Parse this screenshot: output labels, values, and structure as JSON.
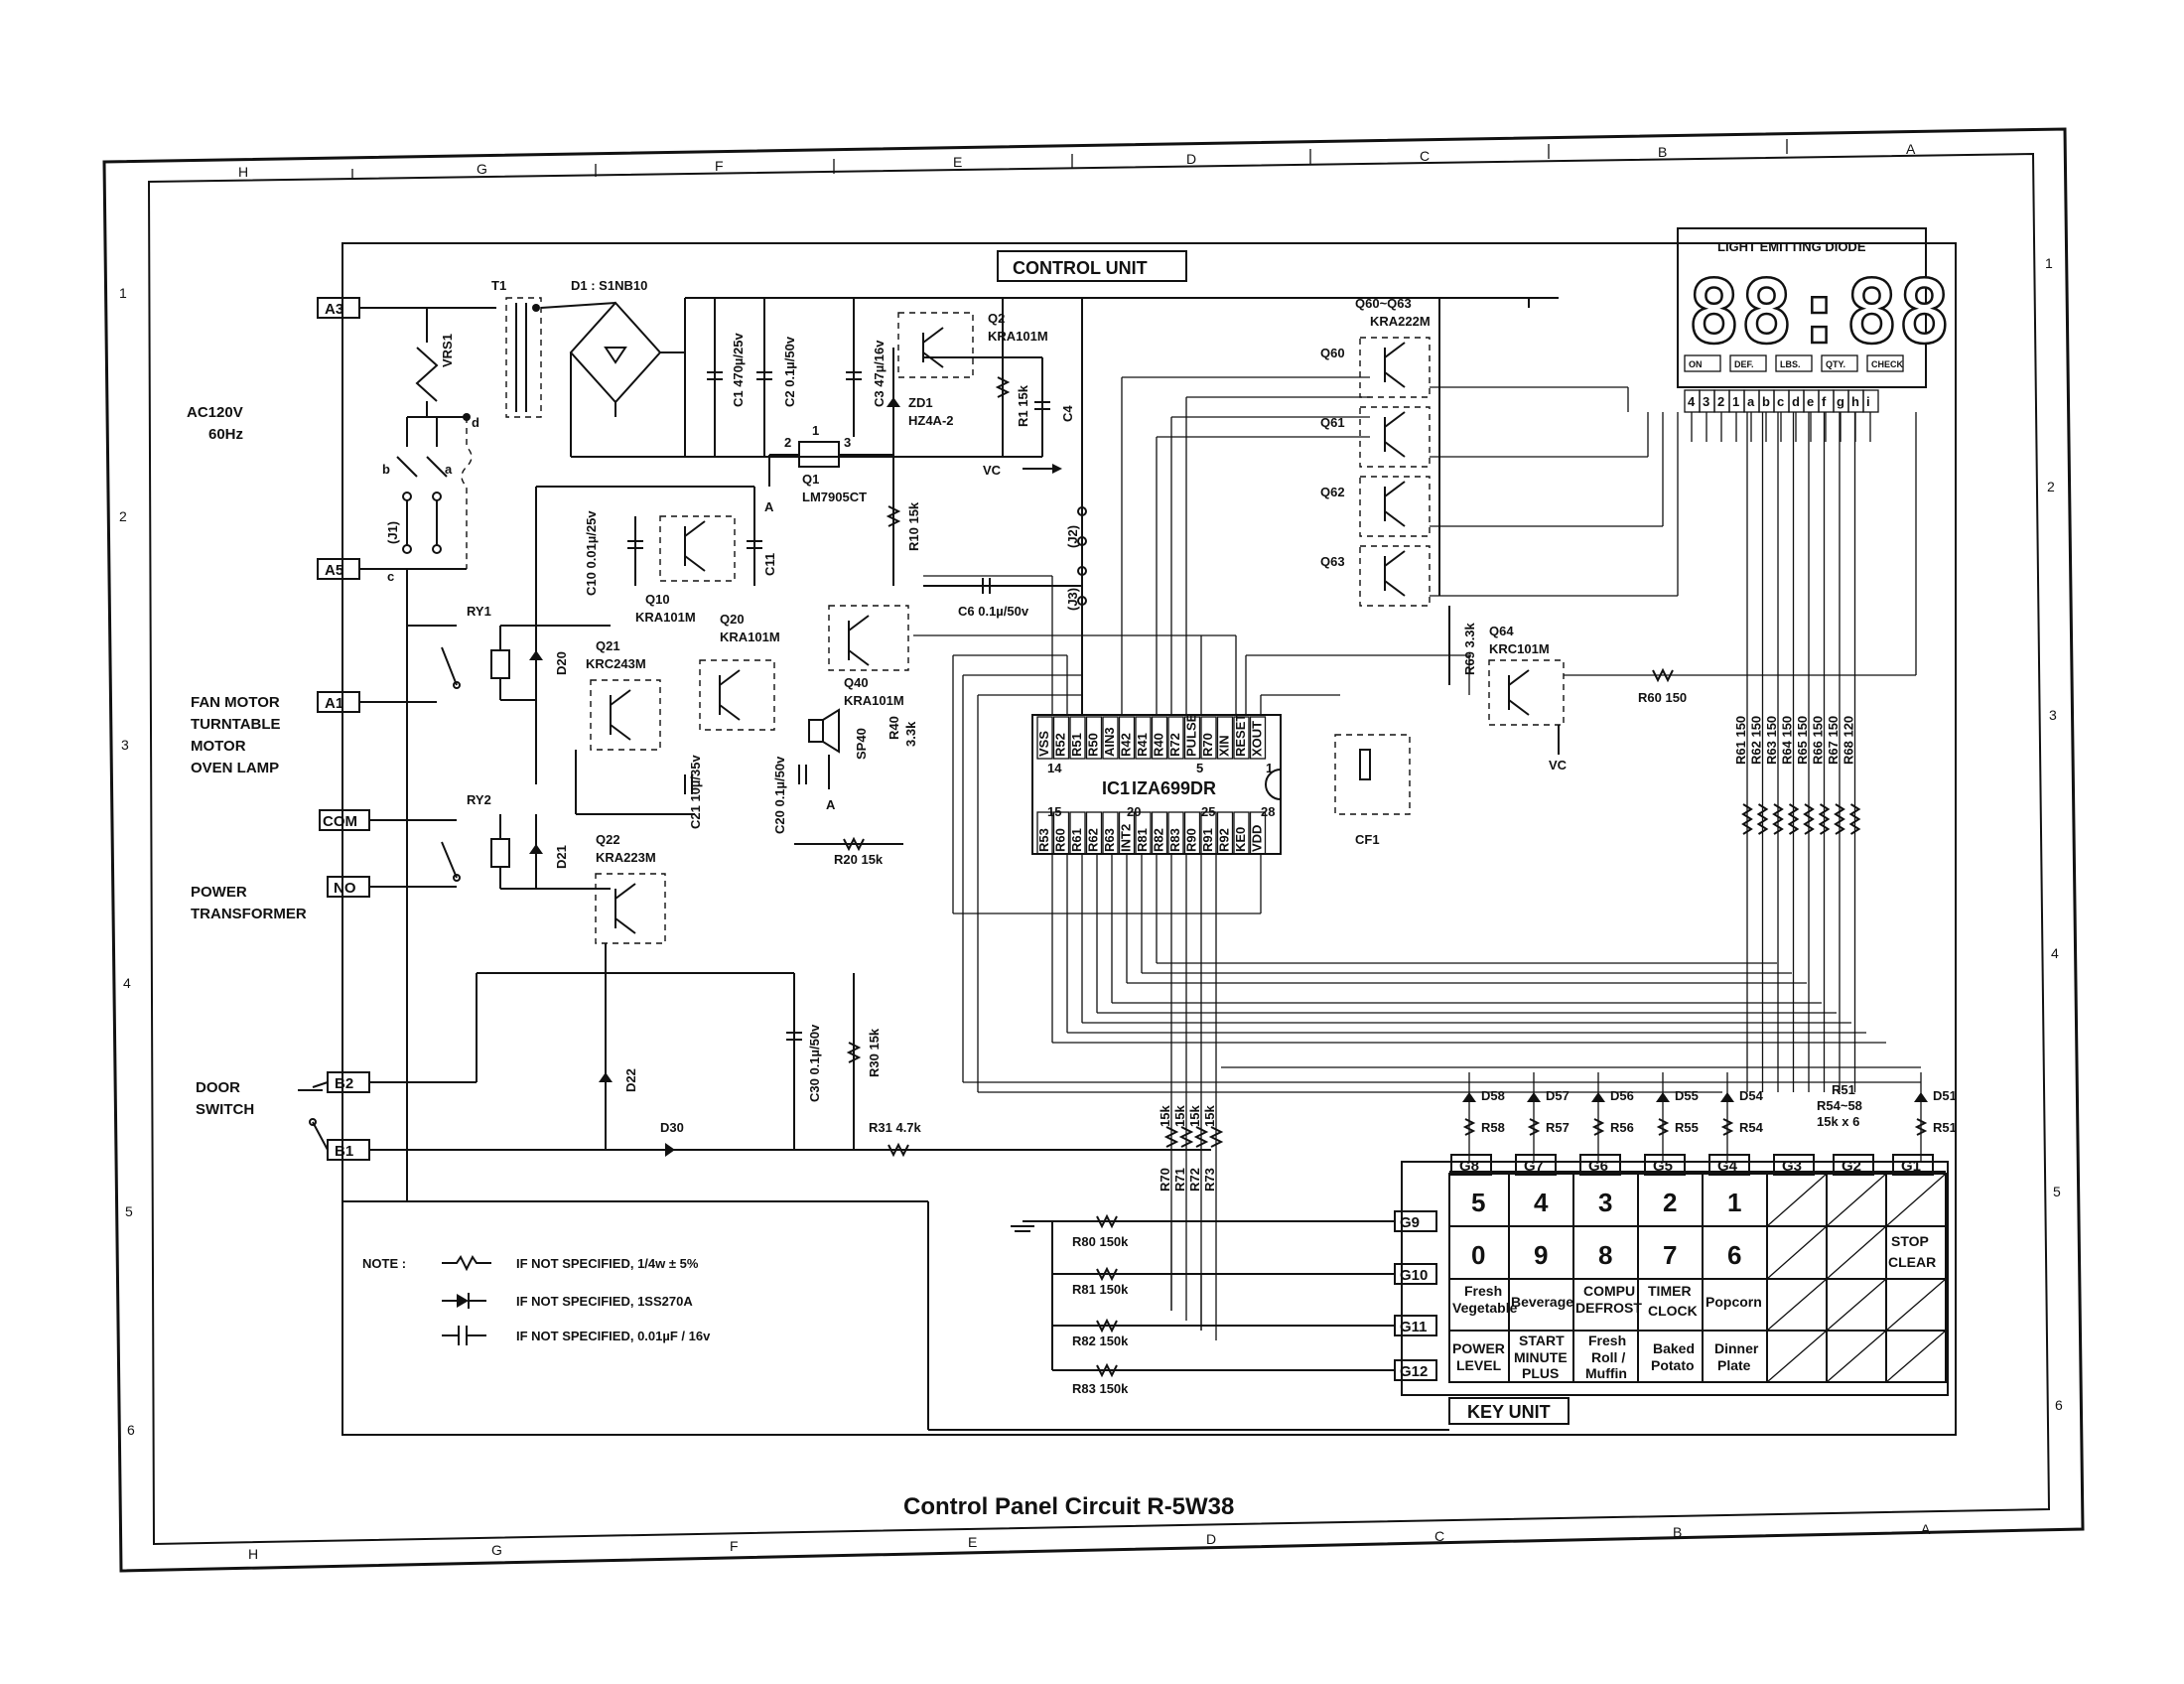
{
  "title": "Control Panel Circuit R-5W38",
  "control_unit_label": "CONTROL UNIT",
  "key_unit_label": "KEY UNIT",
  "grid_columns": [
    "H",
    "G",
    "F",
    "E",
    "D",
    "C",
    "B",
    "A"
  ],
  "grid_rows": [
    "1",
    "2",
    "3",
    "4",
    "5",
    "6"
  ],
  "terminals": [
    "A3",
    "A5",
    "A1",
    "COM",
    "NO",
    "B2",
    "B1"
  ],
  "left_labels": {
    "ac": "AC120V",
    "hz": "60Hz",
    "fan": "FAN MOTOR",
    "turntable": "TURNTABLE",
    "motor": "MOTOR",
    "lamp": "OVEN LAMP",
    "power": "POWER",
    "transformer": "TRANSFORMER",
    "door": "DOOR",
    "switch": "SWITCH"
  },
  "components": {
    "t1": "T1",
    "d1": "D1 : S1NB10",
    "vrs1": "VRS1",
    "j1": "(J1)",
    "j2": "(J2)",
    "j3": "(J3)",
    "c1": "C1 470µ/25v",
    "c2": "C2 0.1µ/50v",
    "c3": "C3 47µ/16v",
    "q1": "Q1",
    "q1_part": "LM7905CT",
    "q2": "Q2",
    "q2_part": "KRA101M",
    "zd1": "ZD1",
    "zd1_part": "HZ4A-2",
    "r1": "R1 15k",
    "c4": "C4",
    "vc": "VC",
    "r10": "R10 15k",
    "c10": "C10 0.01µ/25v",
    "c11": "C11",
    "q10": "Q10",
    "q10_part": "KRA101M",
    "ry1": "RY1",
    "ry2": "RY2",
    "d20": "D20",
    "d21": "D21",
    "d22": "D22",
    "d30": "D30",
    "q21": "Q21",
    "q21_part": "KRC243M",
    "q20": "Q20",
    "q20_part": "KRA101M",
    "q22": "Q22",
    "q22_part": "KRA223M",
    "c21": "C21 10µ/35v",
    "c20": "C20 0.1µ/50v",
    "r20": "R20 15k",
    "c6": "C6 0.1µ/50v",
    "q40": "Q40",
    "q40_part": "KRA101M",
    "sp40": "SP40",
    "r40": "R40",
    "r40_val": "3.3k",
    "ic1": "IC1",
    "ic1_part": "IZA699DR",
    "cf1": "CF1",
    "c30": "C30 0.1µ/50v",
    "r30": "R30 15k",
    "r31": "R31 4.7k",
    "q60_63": "Q60~Q63",
    "q60_63_part": "KRA222M",
    "q60": "Q60",
    "q61": "Q61",
    "q62": "Q62",
    "q63": "Q63",
    "q64": "Q64",
    "q64_part": "KRC101M",
    "r69": "R69 3.3k",
    "r60": "R60 150",
    "r70": "R70",
    "r71": "R71",
    "r72": "R72",
    "r73": "R73",
    "r70_73_val": "15k",
    "r80": "R80 150k",
    "r81": "R81 150k",
    "r82": "R82 150k",
    "r83": "R83 150k",
    "r51_label": "R51",
    "r54_58_label": "R54~58",
    "r_x6": "15k x 6",
    "pin_a": "A",
    "sw_a": "a",
    "sw_b": "b",
    "sw_c": "c",
    "sw_d": "d"
  },
  "ic_pins_top": [
    "VSS",
    "R52",
    "R51",
    "R50",
    "AIN3",
    "R42",
    "R41",
    "R40",
    "R72",
    "PULSE",
    "R70",
    "XIN",
    "RESET",
    "XOUT"
  ],
  "ic_pins_bottom": [
    "R53",
    "R60",
    "R61",
    "R62",
    "R63",
    "INT2",
    "R81",
    "R82",
    "R83",
    "R90",
    "R91",
    "R92",
    "KE0",
    "VDD"
  ],
  "ic_pin_numbers": {
    "p14": "14",
    "p1": "1",
    "p15": "15",
    "p20": "20",
    "p25": "25",
    "p28": "28",
    "p5": "5"
  },
  "r61_68": [
    "R61 150",
    "R62 150",
    "R63 150",
    "R64 150",
    "R65 150",
    "R66 150",
    "R67 150",
    "R68 120"
  ],
  "led": {
    "title": "LIGHT EMITTING DIODE",
    "digits": "88:88",
    "indicators": [
      "ON",
      "DEF.",
      "LBS.",
      "QTY.",
      "CHECK"
    ],
    "pins": [
      "4",
      "3",
      "2",
      "1",
      "a",
      "b",
      "c",
      "d",
      "e",
      "f",
      "g",
      "h",
      "i"
    ]
  },
  "diodes_top": [
    "D58",
    "D57",
    "D56",
    "D55",
    "D54",
    "D51"
  ],
  "resistors_top": [
    "R58",
    "R57",
    "R56",
    "R55",
    "R54",
    "R51"
  ],
  "g_cols": [
    "G8",
    "G7",
    "G6",
    "G5",
    "G4",
    "G3",
    "G2",
    "G1"
  ],
  "g_rows": [
    "G9",
    "G10",
    "G11",
    "G12"
  ],
  "keys": {
    "row1": [
      "5",
      "4",
      "3",
      "2",
      "1"
    ],
    "row2": [
      "0",
      "9",
      "8",
      "7",
      "6"
    ],
    "stop": "STOP",
    "clear": "CLEAR",
    "fresh_vegetable_1": "Fresh",
    "fresh_vegetable_2": "Vegetable",
    "beverage": "Beverage",
    "compu_1": "COMPU",
    "compu_2": "DEFROST",
    "timer": "TIMER",
    "clock": "CLOCK",
    "popcorn": "Popcorn",
    "power_1": "POWER",
    "power_2": "LEVEL",
    "start": "START",
    "minute_1": "MINUTE",
    "minute_2": "PLUS",
    "roll_1": "Fresh",
    "roll_2": "Roll /",
    "roll_3": "Muffin",
    "potato_1": "Baked",
    "potato_2": "Potato",
    "dinner_1": "Dinner",
    "dinner_2": "Plate"
  },
  "note": {
    "label": "NOTE :",
    "line1": "IF NOT SPECIFIED,  1/4w ± 5%",
    "line2": "IF NOT SPECIFIED,  1SS270A",
    "line3": "IF NOT SPECIFIED,  0.01µF / 16v"
  }
}
